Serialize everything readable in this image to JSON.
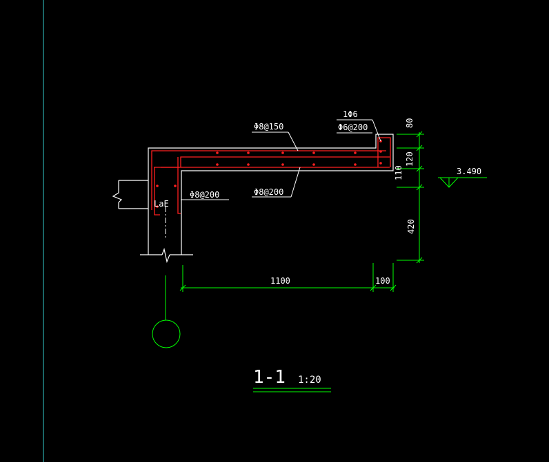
{
  "colors": {
    "background": "#000000",
    "outline": "#ffffff",
    "rebar": "#ff2020",
    "dimension": "#00ff00",
    "frame_line": "#33cccc"
  },
  "labels": {
    "rebar_top": "Φ8@150",
    "rebar_bottom": "Φ8@200",
    "rebar_wall": "Φ8@200",
    "anchor": "LaE",
    "end_bar": "1Φ6",
    "end_stirrup": "Φ6@200"
  },
  "dimensions": {
    "h_80": "80",
    "h_120": "120",
    "h_110": "110",
    "h_420": "420",
    "w_1100": "1100",
    "w_100": "100"
  },
  "elevation": "3.490",
  "section": {
    "title": "1-1",
    "scale": "1:20"
  }
}
